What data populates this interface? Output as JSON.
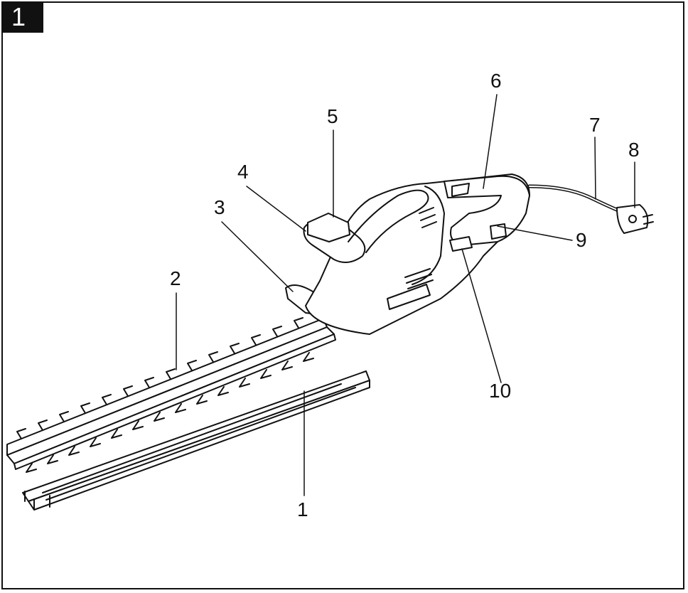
{
  "figure": {
    "number": "1"
  },
  "callouts": [
    "1",
    "2",
    "3",
    "4",
    "5",
    "6",
    "7",
    "8",
    "9",
    "10"
  ],
  "colors": {
    "line": "#111111",
    "background": "#ffffff",
    "badge": "#111111"
  }
}
